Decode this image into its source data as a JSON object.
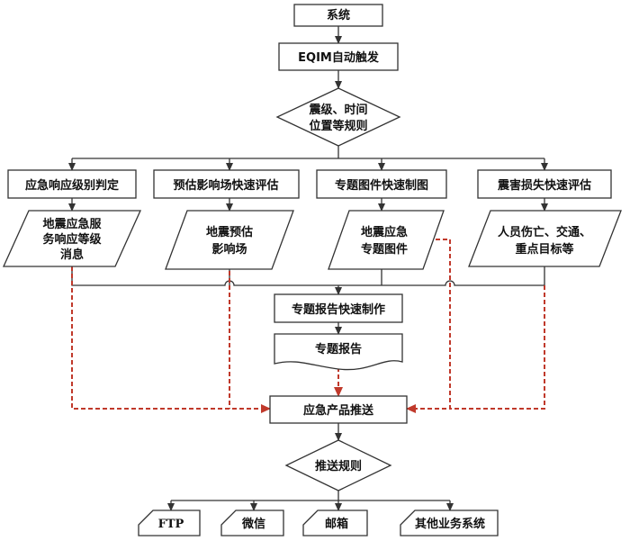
{
  "colors": {
    "flow": "#333333",
    "push": "#c0392b",
    "background": "#ffffff"
  },
  "nodes": {
    "system": "系统",
    "eqim_trigger": "EQIM自动触发",
    "decision_rules": [
      "震级、时间",
      "位置等规则"
    ],
    "response_level": "应急响应级别判定",
    "impact_assessment": "预估影响场快速评估",
    "thematic_map": "专题图件快速制图",
    "loss_assessment": "震害损失快速评估",
    "response_message": [
      "地震应急服",
      "务响应等级",
      "消息"
    ],
    "impact_field": [
      "地震预估",
      "影响场"
    ],
    "thematic_maps": [
      "地震应急",
      "专题图件"
    ],
    "casualties": [
      "人员伤亡、交通、",
      "重点目标等"
    ],
    "report_production": "专题报告快速制作",
    "report": "专题报告",
    "product_push": "应急产品推送",
    "push_rules": "推送规则",
    "channel_ftp": "FTP",
    "channel_wechat": "微信",
    "channel_email": "邮箱",
    "channel_other": "其他业务系统"
  }
}
